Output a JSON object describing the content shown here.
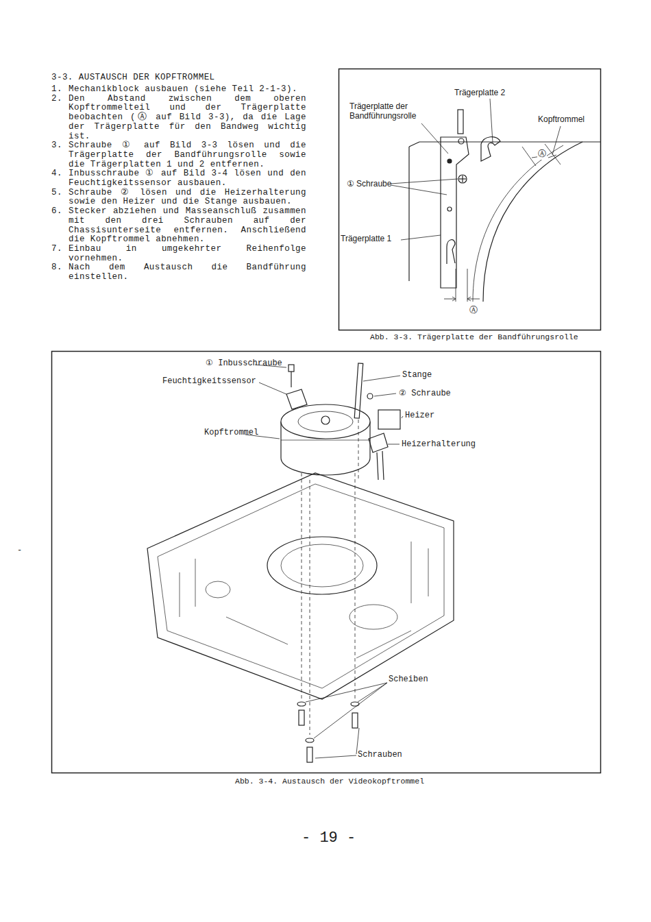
{
  "diagram": {
    "title": "3-3. AUSTAUSCH DER KOPFTROMMEL",
    "caption": "Abb. 3-4. Austausch der Videokopftrommel",
    "labels": [
      "1.",
      "Mechanikblock ausbauen (siehe Teil 2-1-3).",
      "2.",
      "Den Abstand zwischen dem oberen Kopftrommelteil und der Trägerplatte beobachten (Ⓐ auf Bild 3-3), da die Lage der Trägerplatte für den Bandweg wichtig ist.",
      "3.",
      "Schraube ① auf Bild 3-3 lösen und die Trägerplatte der Bandführungsrolle sowie die Trägerplatten 1 und 2 entfernen.",
      "4.",
      "Inbusschraube ① auf Bild 3-4 lösen und den Feuchtigkeitssensor ausbauen.",
      "5.",
      "Schraube ② lösen und die Heizerhalterung sowie den Heizer und die Stange ausbauen.",
      "6.",
      "Stecker abziehen und Masseanschluß zusammen mit den drei Schrauben auf der Chassisunterseite entfernen. Anschließend die Kopftrommel abnehmen.",
      "7.",
      "Einbau in umgekehrter Reihenfolge vornehmen.",
      "8.",
      "Nach dem Austausch die Bandführung einstellen.",
      "Trägerplatte 2",
      "Trägerplatte der Bandführungsrolle",
      "Kopftrommel",
      "Ⓐ",
      "① Schraube",
      "Trägerplatte 1",
      "Ⓐ",
      "Abb. 3-3. Trägerplatte der Bandführungsrolle",
      "① Inbusschraube",
      "Feuchtigkeitssensor",
      "Stange",
      "② Schraube",
      "Heizer",
      "Kopftrommel",
      "Heizerhalterung",
      "Scheiben",
      "Schrauben",
      "-",
      "- 19 -"
    ]
  }
}
